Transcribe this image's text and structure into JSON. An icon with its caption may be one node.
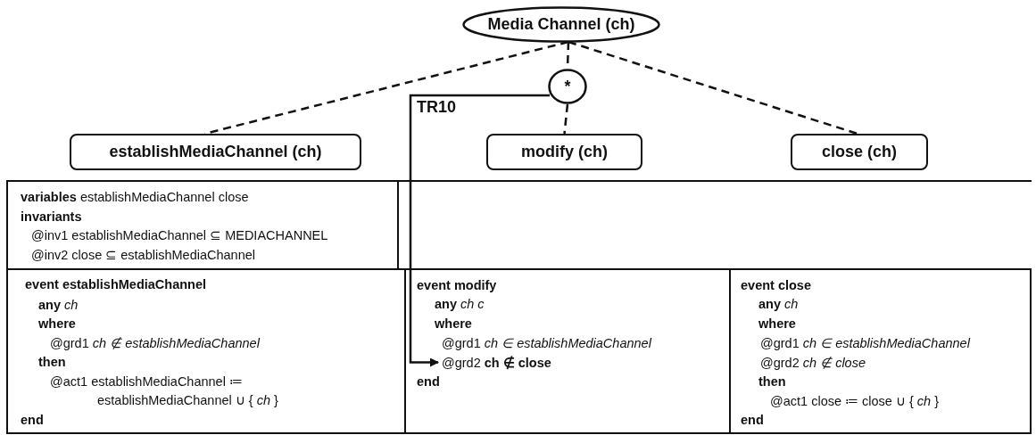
{
  "diagram": {
    "nodes": [
      {
        "text": [
          "Media Channel (ch)"
        ]
      },
      {
        "text": [
          "*"
        ]
      },
      {
        "text": [
          "establishMediaChannel (ch)"
        ]
      },
      {
        "text": [
          "modify (ch)"
        ]
      },
      {
        "text": [
          "close (ch)"
        ]
      },
      {
        "text": [
          "**variables**   establishMediaChannel close",
          "**invariants**",
          "@inv1 establishMediaChannel ⊆ MEDIACHANNEL",
          "@inv2 close ⊆ establishMediaChannel"
        ]
      },
      {
        "text": [
          "**event establishMediaChannel**",
          "**any** *ch*",
          "**where**",
          "@grd1 *ch ∉ establishMediaChannel*",
          "**then**",
          "@act1 establishMediaChannel ≔",
          "establishMediaChannel ∪ { *ch* }",
          "**end**"
        ]
      },
      {
        "text": [
          "**event modify**",
          "**any** *ch c*",
          "**where**",
          "@grd1 *ch ∈ establishMediaChannel*",
          "**end**"
        ]
      },
      {
        "text": [
          "@grd2 **ch ∉ close**"
        ],
        "in": 7
      },
      {
        "text": [
          "**event close**",
          "**any** *ch*",
          "**where**",
          "@grd1 *ch ∈ establishMediaChannel*",
          "@grd2 *ch ∉ close*",
          "**then**",
          "@act1 close ≔ close ∪ { *ch* }",
          "**end**"
        ]
      }
    ],
    "edges": [
      {
        "from": 0,
        "to": 2,
        "arrow": "none",
        "style": "dashed"
      },
      {
        "from": 0,
        "to": 1,
        "arrow": "none",
        "style": "dashed"
      },
      {
        "from": 0,
        "to": 4,
        "arrow": "none",
        "style": "dashed"
      },
      {
        "from": 1,
        "to": 3,
        "arrow": "none",
        "style": "dashed"
      },
      {
        "from": 1,
        "to": 8,
        "arrow": "to",
        "label": "TR10"
      }
    ]
  }
}
